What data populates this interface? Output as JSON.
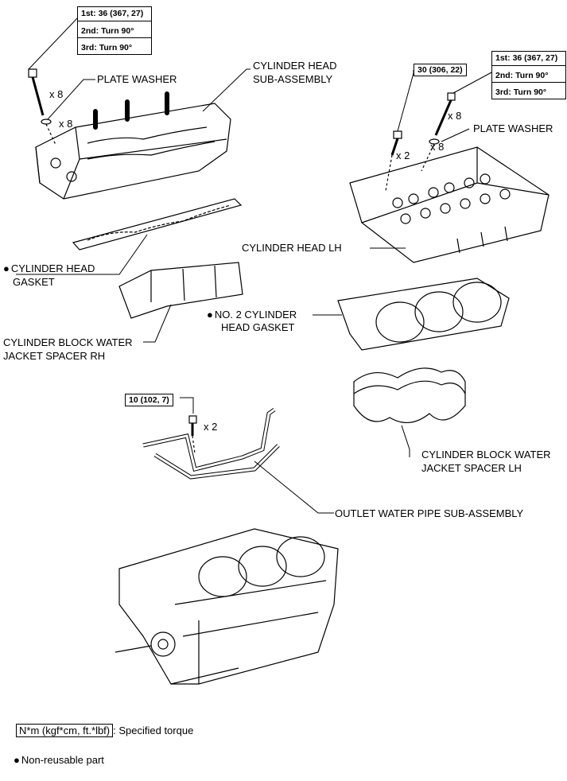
{
  "torque_boxes": {
    "rh_head_bolt": {
      "first": "1st: 36 (367, 27)",
      "second": "2nd: Turn 90°",
      "third": "3rd: Turn 90°"
    },
    "lh_head_bolt": {
      "first": "1st: 36 (367, 27)",
      "second": "2nd: Turn 90°",
      "third": "3rd: Turn 90°"
    },
    "lh_small_bolt": "30 (306, 22)",
    "pipe_bolt": "10 (102, 7)"
  },
  "quantities": {
    "rh_bolt": "x 8",
    "rh_washer": "x 8",
    "lh_bolt": "x 8",
    "lh_washer": "x 8",
    "lh_small_bolt": "x 2",
    "pipe_bolt": "x 2"
  },
  "labels": {
    "plate_washer_rh": "PLATE WASHER",
    "cylinder_head_sub_line1": "CYLINDER HEAD",
    "cylinder_head_sub_line2": "SUB-ASSEMBLY",
    "plate_washer_lh": "PLATE WASHER",
    "cylinder_head_lh": "CYLINDER HEAD LH",
    "cylinder_head_gasket_line1": "CYLINDER HEAD",
    "cylinder_head_gasket_line2": "GASKET",
    "no2_gasket_line1": "NO. 2 CYLINDER",
    "no2_gasket_line2": "HEAD GASKET",
    "spacer_rh_line1": "CYLINDER BLOCK WATER",
    "spacer_rh_line2": "JACKET SPACER RH",
    "spacer_lh_line1": "CYLINDER BLOCK WATER",
    "spacer_lh_line2": "JACKET SPACER LH",
    "outlet_pipe": "OUTLET WATER PIPE SUB-ASSEMBLY"
  },
  "legend": {
    "torque_unit": "N*m (kgf*cm, ft.*lbf)",
    "torque_desc": ": Specified torque",
    "non_reusable": "Non-reusable part"
  }
}
